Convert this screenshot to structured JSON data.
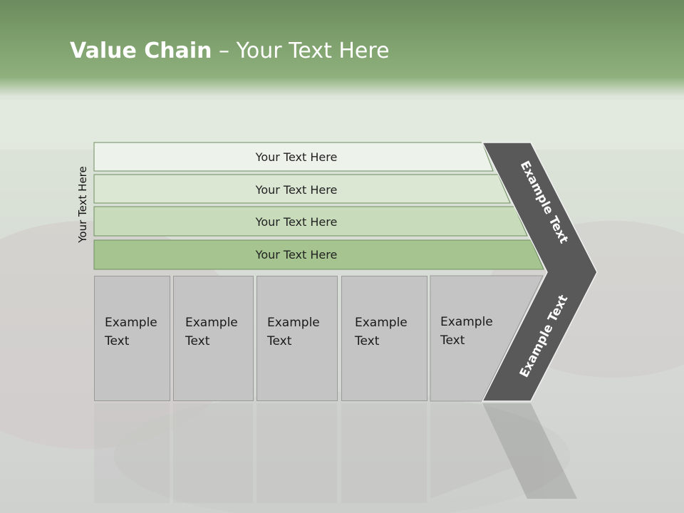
{
  "title": {
    "bold": "Value Chain",
    "rest": " – Your Text Here"
  },
  "side_label": "Your Text Here",
  "rows": [
    {
      "label": "Your Text Here"
    },
    {
      "label": "Your Text Here"
    },
    {
      "label": "Your Text Here"
    },
    {
      "label": "Your Text Here"
    }
  ],
  "boxes": [
    {
      "line1": "Example",
      "line2": "Text"
    },
    {
      "line1": "Example",
      "line2": "Text"
    },
    {
      "line1": "Example",
      "line2": "Text"
    },
    {
      "line1": "Example",
      "line2": "Text"
    },
    {
      "line1": "Example",
      "line2": "Text"
    }
  ],
  "chevron": {
    "upper": "Example Text",
    "lower": "Example Text"
  },
  "colors": {
    "row1": "#edf2ea",
    "row2": "#dbe6d3",
    "row3": "#c8dbbb",
    "row4": "#a5c48f",
    "chevron": "#595959",
    "box": "#c4c4c5",
    "title_band": "#84a672"
  }
}
